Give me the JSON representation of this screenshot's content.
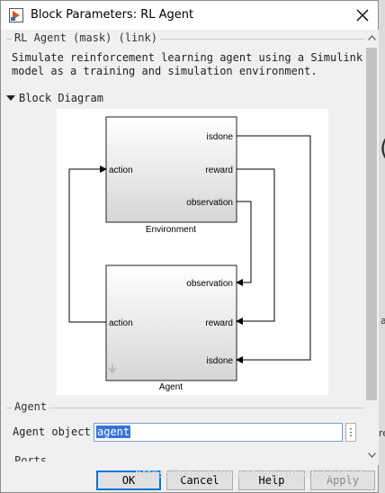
{
  "window": {
    "title": "Block Parameters: RL Agent",
    "icon": "simulink-block-icon"
  },
  "mask": {
    "legend": "RL Agent (mask) (link)",
    "description": "Simulate reinforcement learning agent using a Simulink\nmodel as a training and simulation environment."
  },
  "section": {
    "block_diagram_label": "Block Diagram",
    "expanded": true
  },
  "diagram": {
    "environment": {
      "name": "Environment",
      "inputs": [
        "action"
      ],
      "outputs": [
        "isdone",
        "reward",
        "observation"
      ]
    },
    "agent": {
      "name": "Agent",
      "inputs": [
        "observation",
        "reward",
        "isdone"
      ],
      "outputs": [
        "action"
      ]
    }
  },
  "agent_group": {
    "legend": "Agent",
    "field_label": "Agent object",
    "field_value": "agent",
    "menu_button": "⋮"
  },
  "ports_group": {
    "legend": "Ports"
  },
  "buttons": {
    "ok": "OK",
    "cancel": "Cancel",
    "help": "Help",
    "apply": "Apply"
  },
  "watermark": "https://blog.csdn.net/weixin_46322427",
  "colors": {
    "accent": "#0078d7",
    "selection": "#3874d8"
  }
}
